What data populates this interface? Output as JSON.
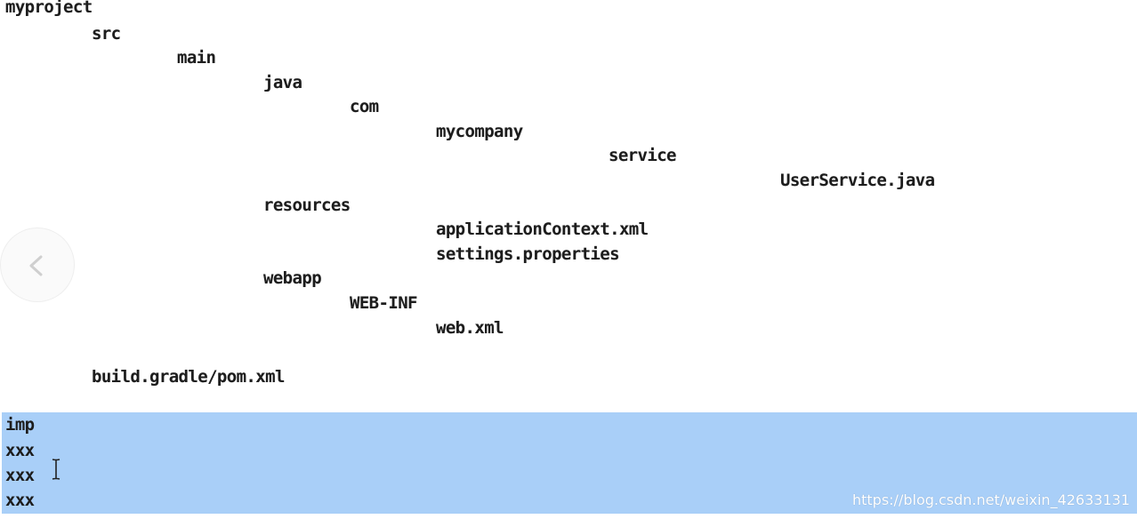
{
  "tree": [
    {
      "text": "myproject"
    },
    {
      "text": "src"
    },
    {
      "text": "main"
    },
    {
      "text": "java"
    },
    {
      "text": "com"
    },
    {
      "text": "mycompany"
    },
    {
      "text": "service"
    },
    {
      "text": "UserService.java"
    },
    {
      "text": "resources"
    },
    {
      "text": "applicationContext.xml"
    },
    {
      "text": "settings.properties"
    },
    {
      "text": "webapp"
    },
    {
      "text": "WEB-INF"
    },
    {
      "text": "web.xml"
    },
    {
      "text": "build.gradle/pom.xml"
    }
  ],
  "selection_lines": [
    "imp",
    "xxx",
    "xxx",
    "xxx"
  ],
  "watermark": "https://blog.csdn.net/weixin_42633131",
  "colors": {
    "selection": "#a9cff8",
    "text": "#1d1d1d"
  },
  "icons": {
    "prev": "chevron-left-icon",
    "cursor": "text-cursor-icon"
  }
}
